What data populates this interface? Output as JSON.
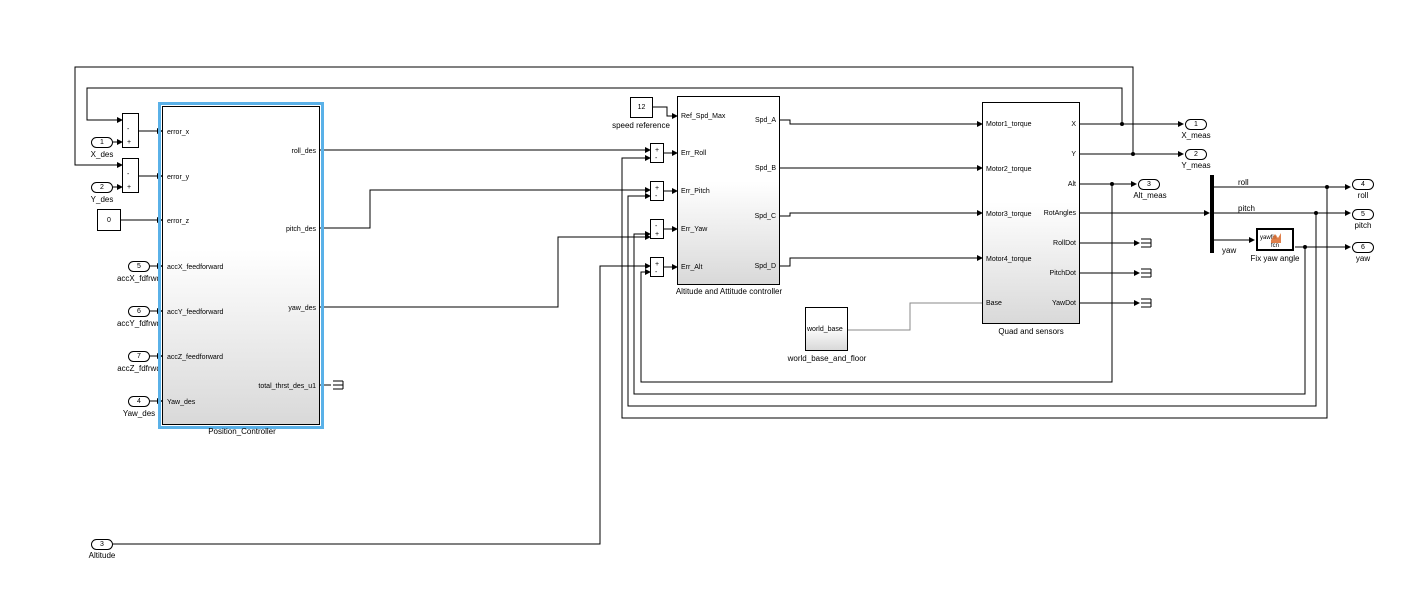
{
  "blocks": {
    "position_controller": {
      "name": "Position_Controller",
      "inputs": [
        "error_x",
        "error_y",
        "error_z",
        "accX_feedforward",
        "accY_feedforward",
        "accZ_feedforward",
        "Yaw_des"
      ],
      "outputs": [
        "roll_des",
        "pitch_des",
        "yaw_des",
        "total_thrst_des_u1"
      ]
    },
    "attitude_controller": {
      "name": "Altitude and Attitude controller",
      "inputs": [
        "Ref_Spd_Max",
        "Err_Roll",
        "Err_Pitch",
        "Err_Yaw",
        "Err_Alt"
      ],
      "outputs": [
        "Spd_A",
        "Spd_B",
        "Spd_C",
        "Spd_D"
      ]
    },
    "quad": {
      "name": "Quad and sensors",
      "inputs": [
        "Motor1_torque",
        "Motor2_torque",
        "Motor3_torque",
        "Motor4_torque",
        "Base"
      ],
      "outputs": [
        "X",
        "Y",
        "Alt",
        "RotAngles",
        "RollDot",
        "PitchDot",
        "YawDot"
      ]
    },
    "world": {
      "name": "world_base_and_floor",
      "label": "world_base"
    },
    "speed_ref": {
      "name": "speed reference",
      "value": "12"
    },
    "zero_const": {
      "value": "0"
    },
    "fix_yaw": {
      "name": "Fix yaw angle",
      "inner_top": "yawfix",
      "inner_fcn": "fcn"
    }
  },
  "inports": [
    {
      "num": "1",
      "name": "X_des"
    },
    {
      "num": "2",
      "name": "Y_des"
    },
    {
      "num": "5",
      "name": "accX_fdfrwd"
    },
    {
      "num": "6",
      "name": "accY_fdfrwd"
    },
    {
      "num": "7",
      "name": "accZ_fdfrwd"
    },
    {
      "num": "4",
      "name": "Yaw_des"
    },
    {
      "num": "3",
      "name": "Altitude"
    }
  ],
  "outports": [
    {
      "num": "1",
      "name": "X_meas"
    },
    {
      "num": "2",
      "name": "Y_meas"
    },
    {
      "num": "3",
      "name": "Alt_meas"
    },
    {
      "num": "4",
      "name": "roll"
    },
    {
      "num": "5",
      "name": "pitch"
    },
    {
      "num": "6",
      "name": "yaw"
    }
  ],
  "demux_signals": [
    "roll",
    "pitch",
    "yaw"
  ],
  "sum_signs": {
    "minus": "-",
    "plus": "+"
  }
}
